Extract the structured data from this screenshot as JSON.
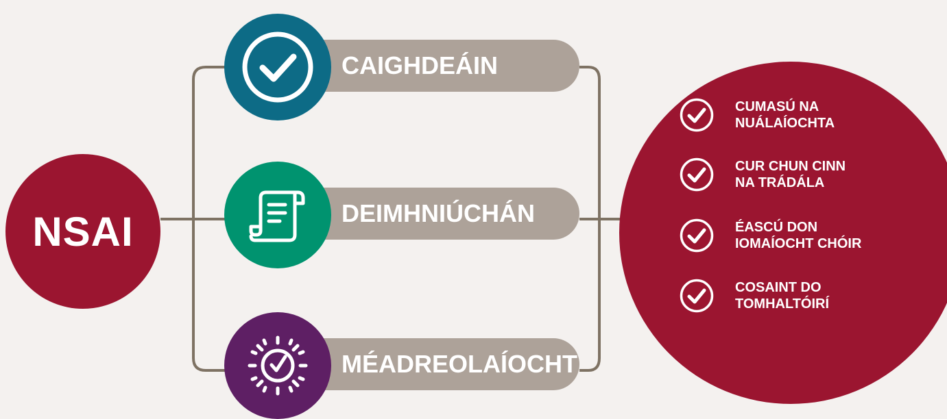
{
  "organization": {
    "name": "NSAI"
  },
  "pillars": [
    {
      "label": "CAIGHDEÁIN",
      "icon": "checkmark-icon",
      "color": "#0d6b86"
    },
    {
      "label": "DEIMHNIÚCHÁN",
      "icon": "scroll-document-icon",
      "color": "#00936f"
    },
    {
      "label": "MÉADREOLAÍOCHT",
      "icon": "stopwatch-gauge-icon",
      "color": "#5e1f64"
    }
  ],
  "benefits": [
    {
      "lines": [
        "CUMASÚ NA",
        "NUÁLAÍOCHTA"
      ],
      "icon": "checkmark-icon"
    },
    {
      "lines": [
        "CUR CHUN CINN",
        "NA TRÁDÁLA"
      ],
      "icon": "checkmark-icon"
    },
    {
      "lines": [
        "ÉASCÚ DON",
        "IOMAÍOCHT CHÓIR"
      ],
      "icon": "checkmark-icon"
    },
    {
      "lines": [
        "COSAINT DO",
        "TOMHALTÓIRÍ"
      ],
      "icon": "checkmark-icon"
    }
  ],
  "colors": {
    "background": "#f4f1ef",
    "primary_red": "#9b1530",
    "pill_gray": "#ada299",
    "connector": "#7e7263"
  }
}
